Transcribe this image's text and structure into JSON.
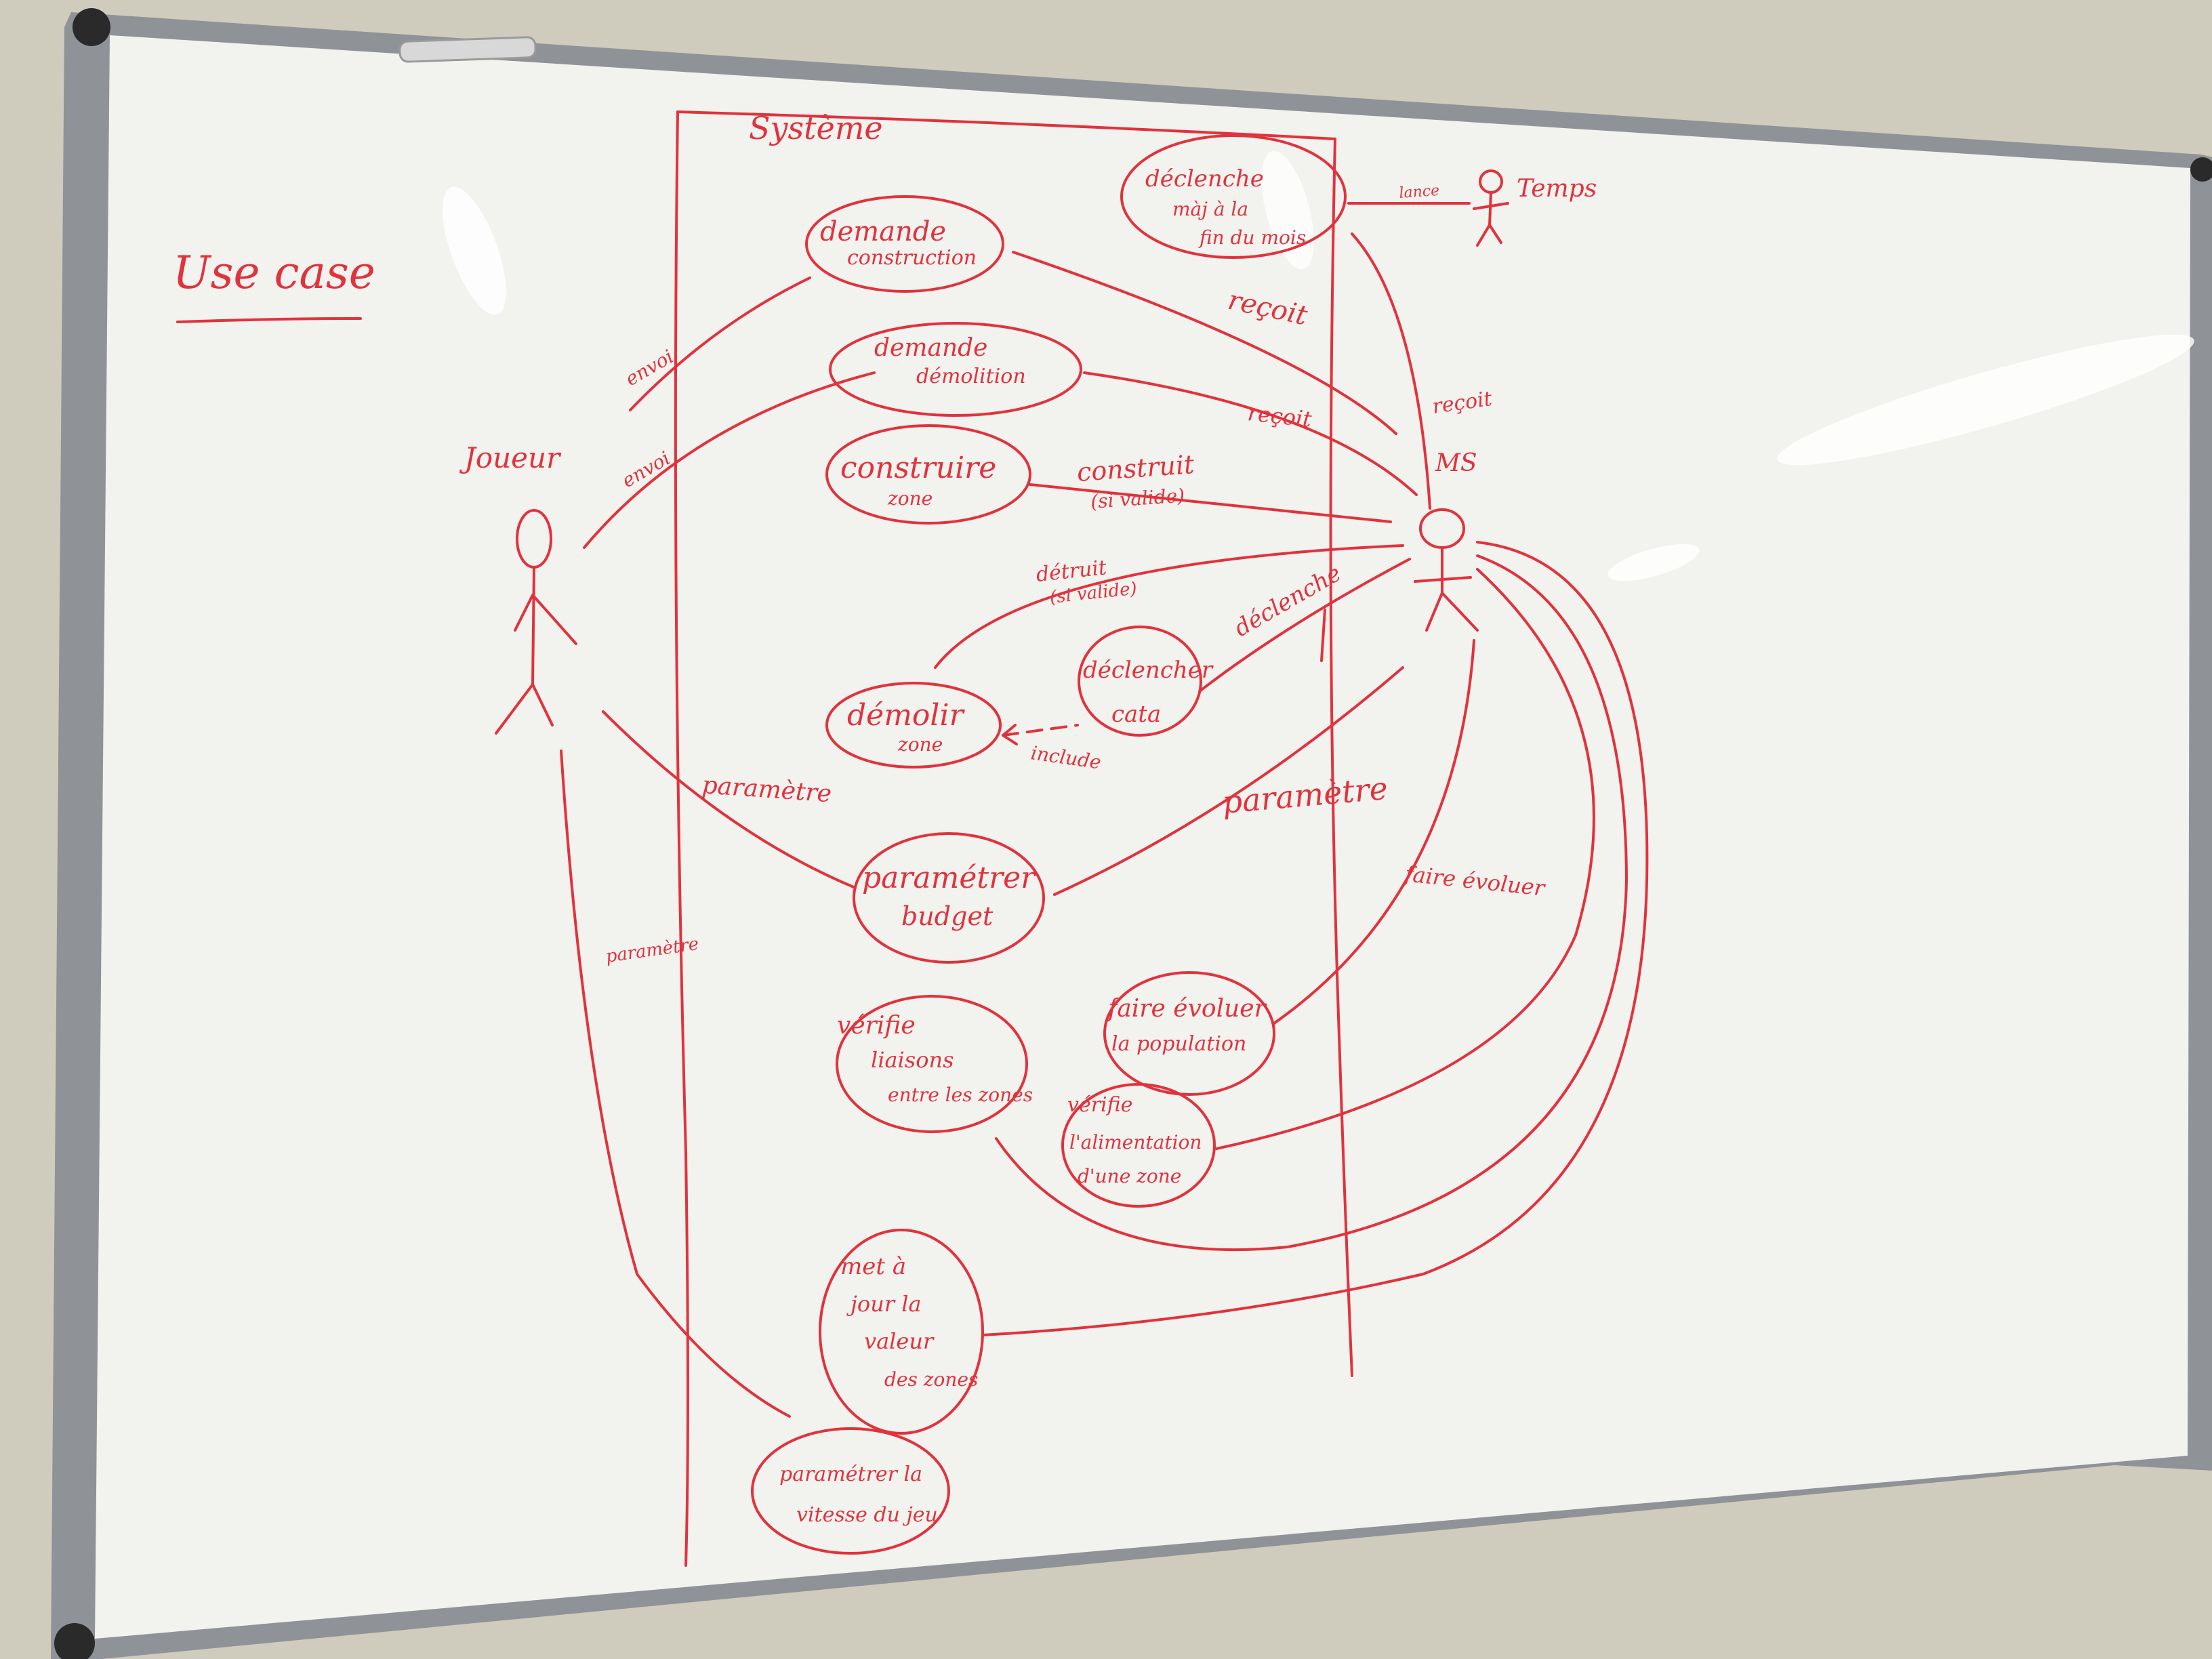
{
  "colors": {
    "wall": "#cfcbbd",
    "board": "#f2f2ef",
    "frame": "#8f9296",
    "ink": "#e0333d"
  },
  "title": "Use case",
  "system_label": "Système",
  "actors": {
    "joueur": "Joueur",
    "temps": "Temps",
    "ms": "MS"
  },
  "use_cases": {
    "uc1": [
      "demande",
      "construction"
    ],
    "uc2": [
      "demande",
      "démolition"
    ],
    "uc3": [
      "construire",
      "zone"
    ],
    "uc4": [
      "démolir",
      "zone"
    ],
    "uc5": [
      "déclencher",
      "cata"
    ],
    "uc6": [
      "paramétrer",
      "budget"
    ],
    "uc7": [
      "vérifie",
      "liaisons",
      "entre les zones"
    ],
    "uc8": [
      "faire évoluer",
      "la population"
    ],
    "uc9": [
      "vérifie",
      "l'alimentation",
      "d'une zone"
    ],
    "uc10": [
      "met à",
      "jour la",
      "valeur",
      "des zones"
    ],
    "uc11": [
      "paramétrer la",
      "vitesse du jeu"
    ],
    "uc12": [
      "déclenche",
      "màj à la",
      "fin du mois"
    ]
  },
  "labels": {
    "envoi_1": "envoi",
    "envoi_2": "envoi",
    "recoit_1": "reçoit",
    "recoit_2": "reçoit",
    "recoit_3": "reçoit",
    "construit": "construit",
    "si_valide_1": "(si valide)",
    "detruit": "détruit",
    "si_valide_2": "(si valide)",
    "declenche": "déclenche",
    "include": "include",
    "parametre_1": "paramètre",
    "parametre_2": "paramètre",
    "parametre_3": "paramètre",
    "faire_evoluer": "faire évoluer",
    "lance": "lance"
  }
}
